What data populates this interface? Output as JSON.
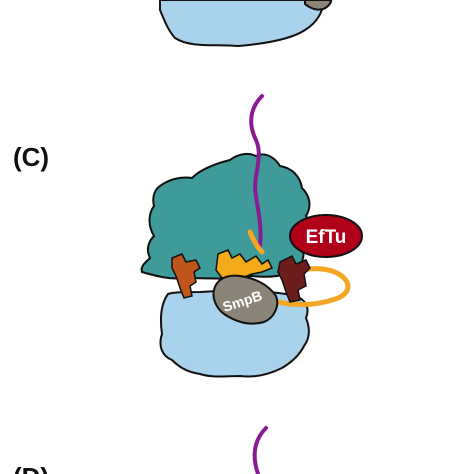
{
  "panels": {
    "c_label": "(C)",
    "next_label": "(D)"
  },
  "labels": {
    "eftu": "EfTu",
    "smpb": "SmpB"
  },
  "colors": {
    "large_subunit": "#3f9a9a",
    "small_subunit": "#a9d3ec",
    "mrna": "#8a1c91",
    "tmrna": "#f5a623",
    "eftu": "#b0001a",
    "smpb": "#8a8378",
    "trna_e": "#c0561b",
    "trna_p": "#f2a91a",
    "trna_a": "#6e1d1d"
  }
}
